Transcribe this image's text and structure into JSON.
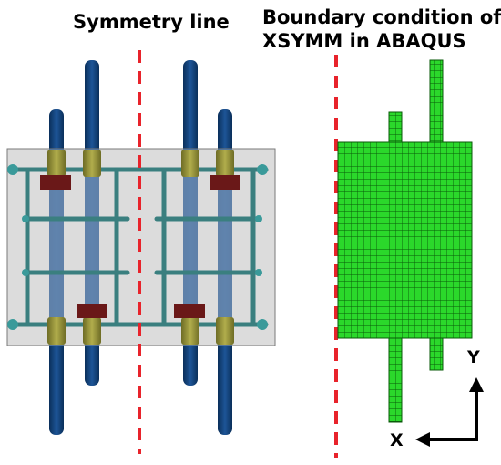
{
  "labels": {
    "symmetry_line": "Symmetry line",
    "boundary_line1": "Boundary condition of",
    "boundary_line2": "XSYMM in ABAQUS",
    "axis_x": "X",
    "axis_y": "Y"
  },
  "colors": {
    "symmetry_dash": "#e8232b",
    "concrete_fill": "#d4d4d4",
    "rebar_blue": "#0d3b6e",
    "stirrup_teal": "#3a7f7f",
    "sleeve_olive": "#8a8733",
    "plate_maroon": "#6a1818",
    "mesh_green": "#2bd82b",
    "mesh_line": "#0a5a0a"
  }
}
